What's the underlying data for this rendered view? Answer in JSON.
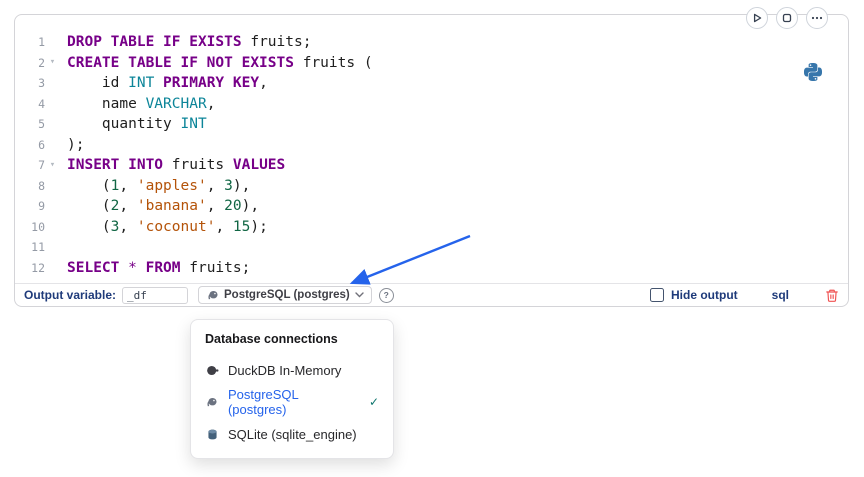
{
  "editor": {
    "lines": [
      {
        "n": "1",
        "fold": false,
        "tokens": [
          [
            "kw",
            "DROP TABLE IF EXISTS"
          ],
          [
            "pl",
            " fruits;"
          ]
        ]
      },
      {
        "n": "2",
        "fold": true,
        "tokens": [
          [
            "kw",
            "CREATE TABLE IF NOT EXISTS"
          ],
          [
            "pl",
            " fruits ("
          ]
        ]
      },
      {
        "n": "3",
        "fold": false,
        "tokens": [
          [
            "pl",
            "    id "
          ],
          [
            "ty",
            "INT"
          ],
          [
            "pl",
            " "
          ],
          [
            "kw",
            "PRIMARY KEY"
          ],
          [
            "pl",
            ","
          ]
        ]
      },
      {
        "n": "4",
        "fold": false,
        "tokens": [
          [
            "pl",
            "    name "
          ],
          [
            "ty",
            "VARCHAR"
          ],
          [
            "pl",
            ","
          ]
        ]
      },
      {
        "n": "5",
        "fold": false,
        "tokens": [
          [
            "pl",
            "    quantity "
          ],
          [
            "ty",
            "INT"
          ]
        ]
      },
      {
        "n": "6",
        "fold": false,
        "tokens": [
          [
            "pl",
            ");"
          ]
        ]
      },
      {
        "n": "7",
        "fold": true,
        "tokens": [
          [
            "kw",
            "INSERT INTO"
          ],
          [
            "pl",
            " fruits "
          ],
          [
            "kw",
            "VALUES"
          ]
        ]
      },
      {
        "n": "8",
        "fold": false,
        "tokens": [
          [
            "pl",
            "    ("
          ],
          [
            "nu",
            "1"
          ],
          [
            "pl",
            ", "
          ],
          [
            "st",
            "'apples'"
          ],
          [
            "pl",
            ", "
          ],
          [
            "nu",
            "3"
          ],
          [
            "pl",
            "),"
          ]
        ]
      },
      {
        "n": "9",
        "fold": false,
        "tokens": [
          [
            "pl",
            "    ("
          ],
          [
            "nu",
            "2"
          ],
          [
            "pl",
            ", "
          ],
          [
            "st",
            "'banana'"
          ],
          [
            "pl",
            ", "
          ],
          [
            "nu",
            "20"
          ],
          [
            "pl",
            "),"
          ]
        ]
      },
      {
        "n": "10",
        "fold": false,
        "tokens": [
          [
            "pl",
            "    ("
          ],
          [
            "nu",
            "3"
          ],
          [
            "pl",
            ", "
          ],
          [
            "st",
            "'coconut'"
          ],
          [
            "pl",
            ", "
          ],
          [
            "nu",
            "15"
          ],
          [
            "pl",
            ");"
          ]
        ]
      },
      {
        "n": "11",
        "fold": false,
        "tokens": []
      },
      {
        "n": "12",
        "fold": false,
        "tokens": [
          [
            "kw",
            "SELECT"
          ],
          [
            "pl",
            " "
          ],
          [
            "op",
            "*"
          ],
          [
            "pl",
            " "
          ],
          [
            "kw",
            "FROM"
          ],
          [
            "pl",
            " fruits;"
          ]
        ]
      }
    ]
  },
  "toolbar": {
    "output_variable_label": "Output variable:",
    "output_variable_value": "_df",
    "connection": "PostgreSQL (postgres)",
    "help_glyph": "?",
    "hide_output_label": "Hide output",
    "language": "sql"
  },
  "popover": {
    "header": "Database connections",
    "items": [
      {
        "label": "DuckDB In-Memory",
        "icon": "duckdb-icon",
        "selected": false
      },
      {
        "label": "PostgreSQL (postgres)",
        "icon": "postgresql-icon",
        "selected": true
      },
      {
        "label": "SQLite (sqlite_engine)",
        "icon": "sqlite-icon",
        "selected": false
      }
    ],
    "check_glyph": "✓"
  },
  "colors": {
    "keyword": "#770088",
    "type": "#0c8599",
    "string": "#b45309",
    "number": "#116644",
    "selected_connection": "#2563eb",
    "label_blue": "#1e3a7a",
    "trash_red": "#f05252",
    "python_blue": "#3776ab",
    "arrow_blue": "#2563eb"
  }
}
